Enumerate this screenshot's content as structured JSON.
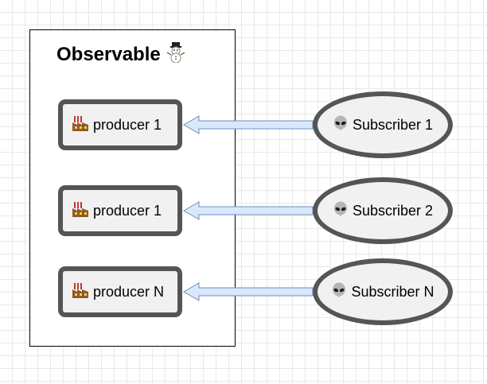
{
  "observable": {
    "title": "Observable"
  },
  "producers": [
    {
      "label": "producer 1"
    },
    {
      "label": "producer 1"
    },
    {
      "label": "producer N"
    }
  ],
  "subscribers": [
    {
      "label": "Subscriber 1"
    },
    {
      "label": "Subscriber 2"
    },
    {
      "label": "Subscriber N"
    }
  ],
  "colors": {
    "box_border": "#555555",
    "box_fill": "#f1f1f1",
    "arrow_fill": "#dae8fc",
    "arrow_stroke": "#6c8ebf"
  }
}
